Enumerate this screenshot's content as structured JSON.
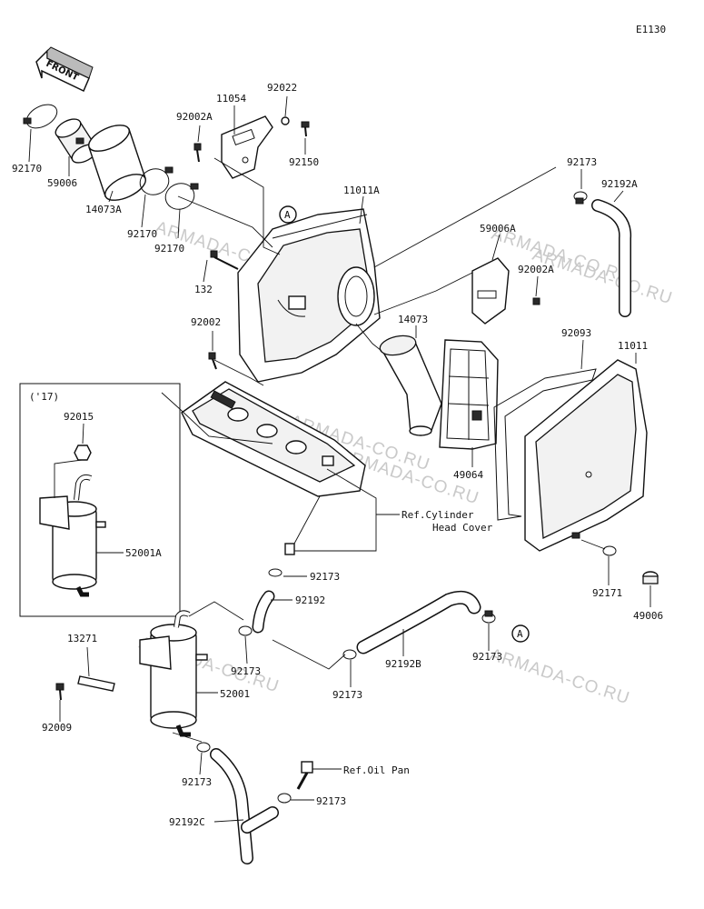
{
  "diagram_code": "E1130",
  "front_arrow_label": "FRONT",
  "callout_letter": "A",
  "inset_label": "('17)",
  "watermark": "ARMADA-CO.RU",
  "references": {
    "cylinder_head_cover_line1": "Ref.Cylinder",
    "cylinder_head_cover_line2": "Head Cover",
    "oil_pan": "Ref.Oil Pan"
  },
  "part_labels": [
    {
      "id": "p92170a",
      "text": "92170"
    },
    {
      "id": "p59006",
      "text": "59006"
    },
    {
      "id": "p14073a",
      "text": "14073A"
    },
    {
      "id": "p92170b",
      "text": "92170"
    },
    {
      "id": "p92170c",
      "text": "92170"
    },
    {
      "id": "p92002a_top",
      "text": "92002A"
    },
    {
      "id": "p11054",
      "text": "11054"
    },
    {
      "id": "p92022",
      "text": "92022"
    },
    {
      "id": "p92150",
      "text": "92150"
    },
    {
      "id": "p11011a",
      "text": "11011A"
    },
    {
      "id": "p92173_top",
      "text": "92173"
    },
    {
      "id": "p92192a",
      "text": "92192A"
    },
    {
      "id": "p59006a",
      "text": "59006A"
    },
    {
      "id": "p92002a_mid",
      "text": "92002A"
    },
    {
      "id": "p132",
      "text": "132"
    },
    {
      "id": "p92002",
      "text": "92002"
    },
    {
      "id": "p14073",
      "text": "14073"
    },
    {
      "id": "p92093",
      "text": "92093"
    },
    {
      "id": "p11011",
      "text": "11011"
    },
    {
      "id": "p92015",
      "text": "92015"
    },
    {
      "id": "p49064",
      "text": "49064"
    },
    {
      "id": "p52001a",
      "text": "52001A"
    },
    {
      "id": "p92173_mid",
      "text": "92173"
    },
    {
      "id": "p92171",
      "text": "92171"
    },
    {
      "id": "p49006",
      "text": "49006"
    },
    {
      "id": "p92192",
      "text": "92192"
    },
    {
      "id": "p13271",
      "text": "13271"
    },
    {
      "id": "p92173_b1",
      "text": "92173"
    },
    {
      "id": "p52001",
      "text": "52001"
    },
    {
      "id": "p92192b",
      "text": "92192B"
    },
    {
      "id": "p92173_b2",
      "text": "92173"
    },
    {
      "id": "p92173_b3",
      "text": "92173"
    },
    {
      "id": "p92009",
      "text": "92009"
    },
    {
      "id": "p92173_b4",
      "text": "92173"
    },
    {
      "id": "p92173_b5",
      "text": "92173"
    },
    {
      "id": "p92192c",
      "text": "92192C"
    }
  ]
}
